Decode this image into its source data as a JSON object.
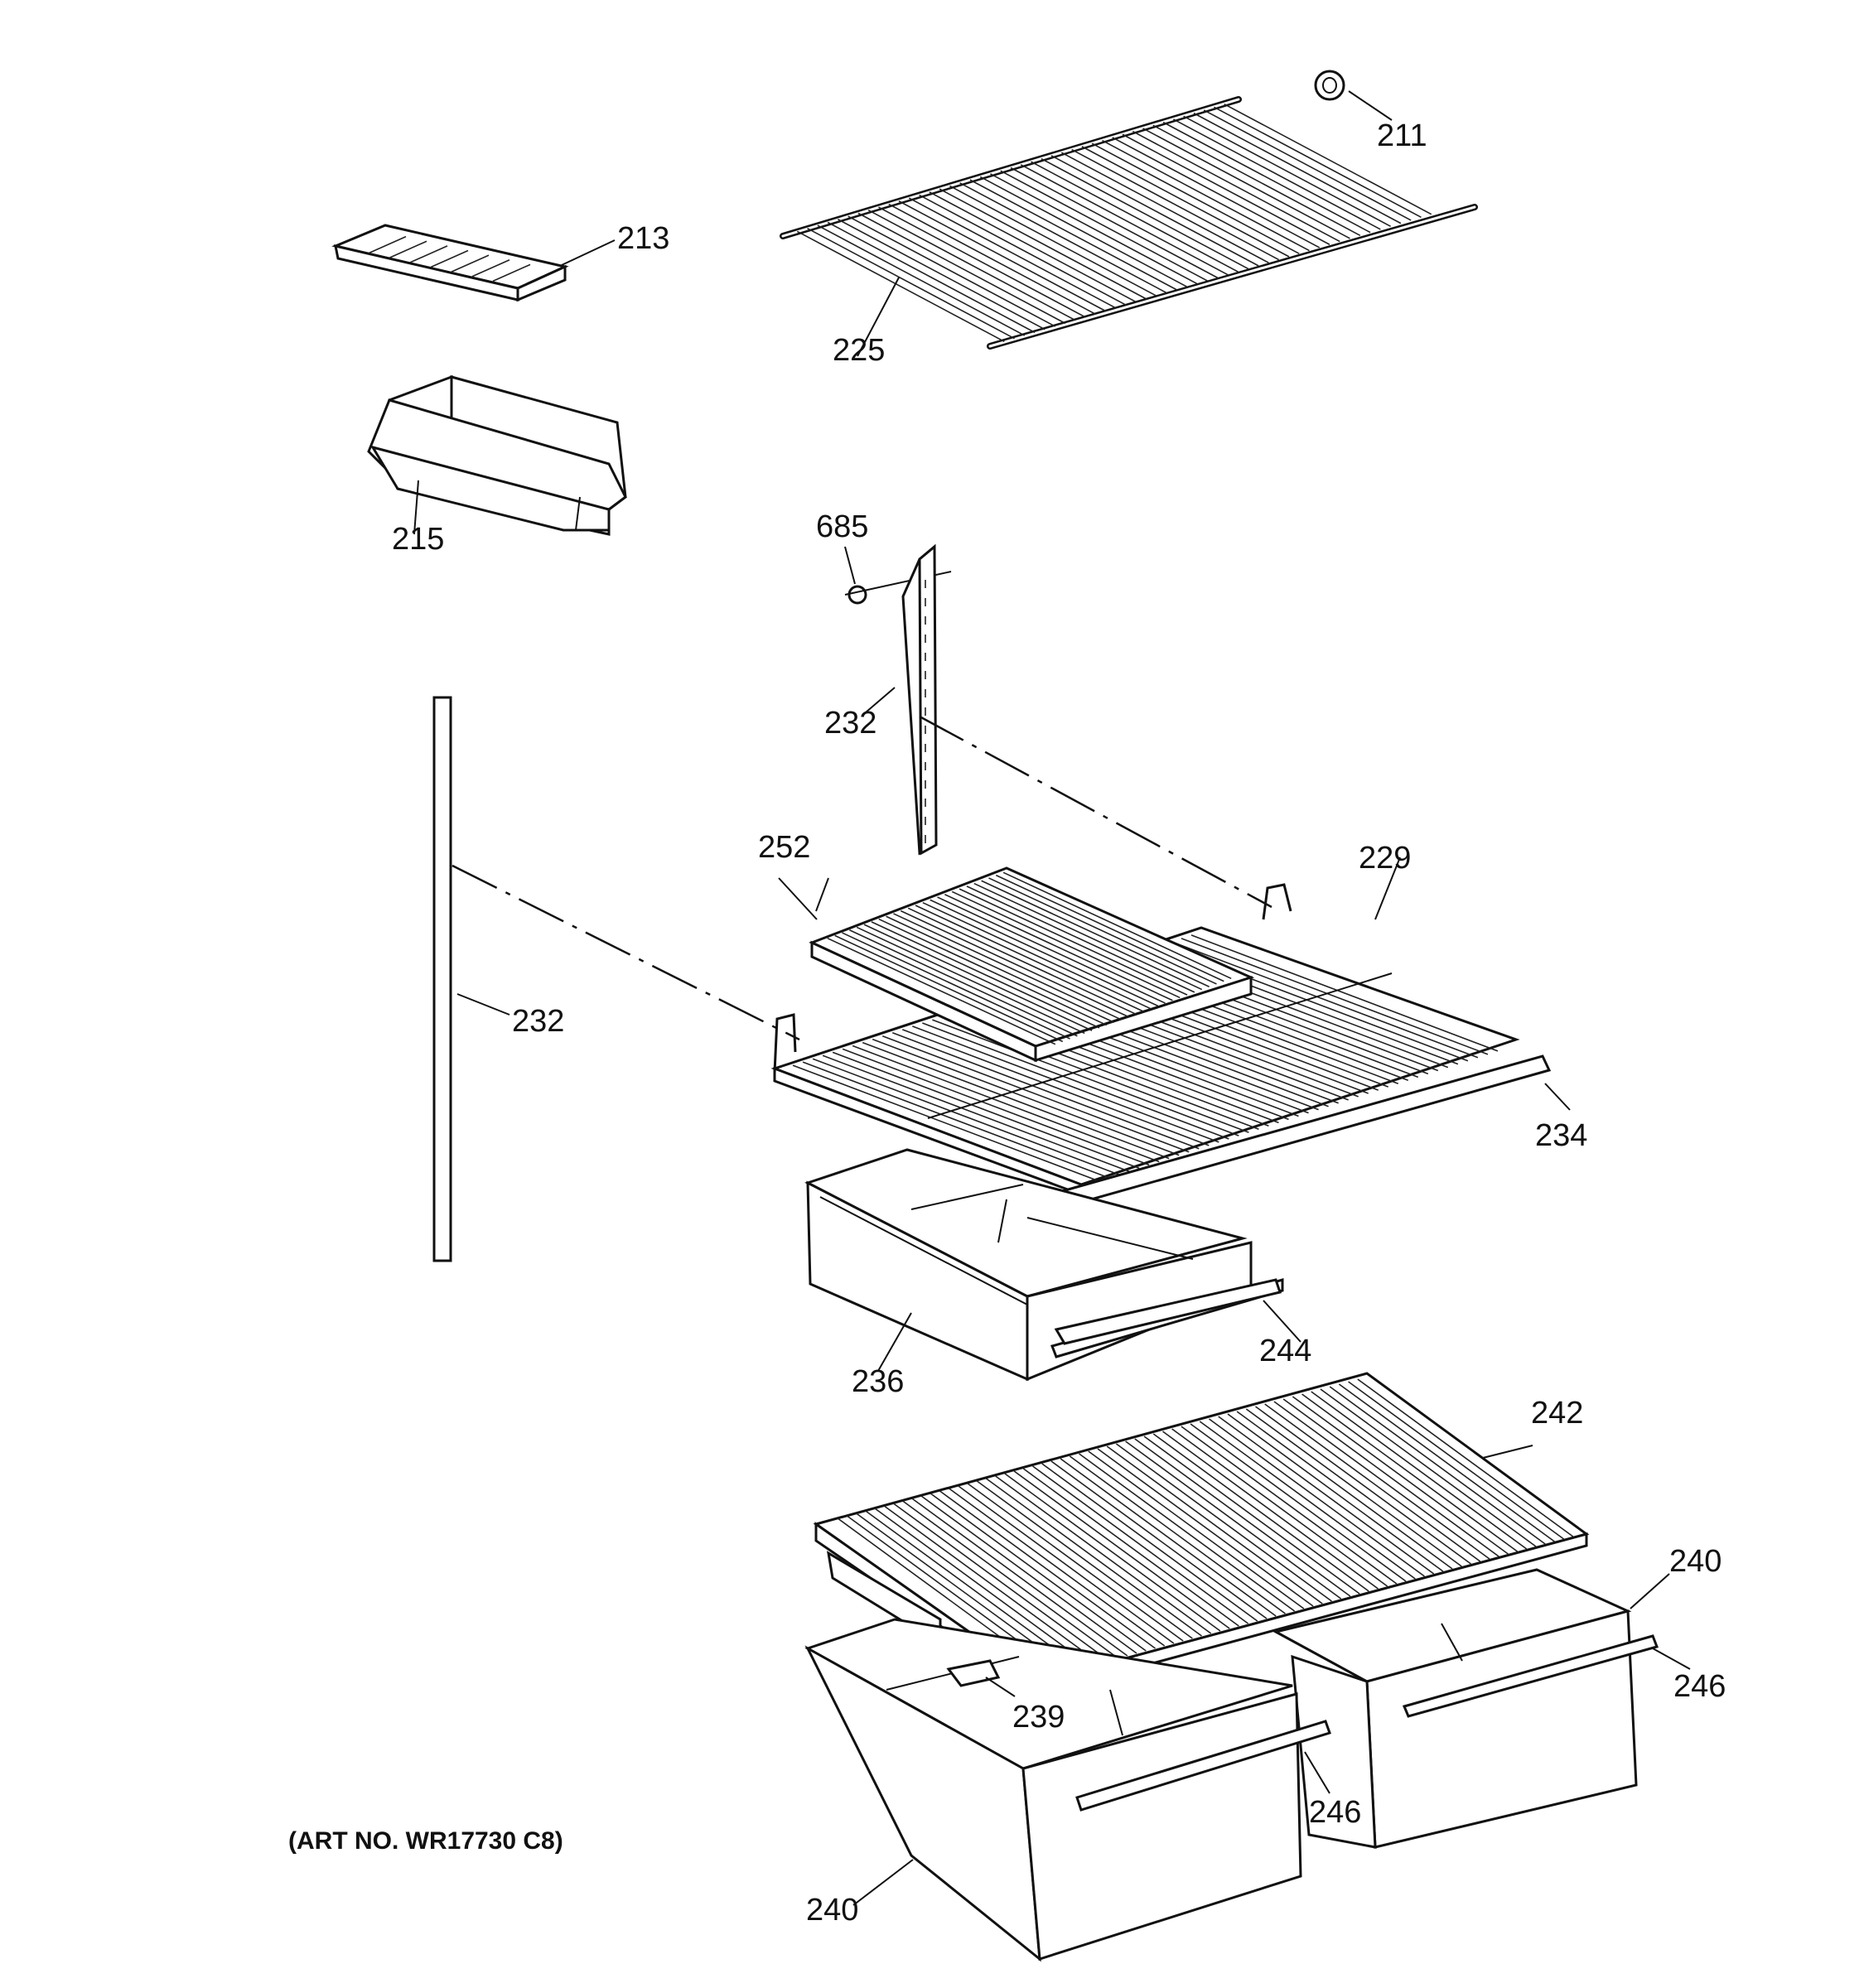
{
  "callouts": {
    "c211": "211",
    "c213": "213",
    "c215": "215",
    "c225": "225",
    "c685": "685",
    "c232a": "232",
    "c232b": "232",
    "c252": "252",
    "c229": "229",
    "c234": "234",
    "c236": "236",
    "c244": "244",
    "c242": "242",
    "c240a": "240",
    "c246a": "246",
    "c239": "239",
    "c246b": "246",
    "c240b": "240"
  },
  "footer": {
    "art_no": "(ART NO. WR17730 C8)"
  }
}
